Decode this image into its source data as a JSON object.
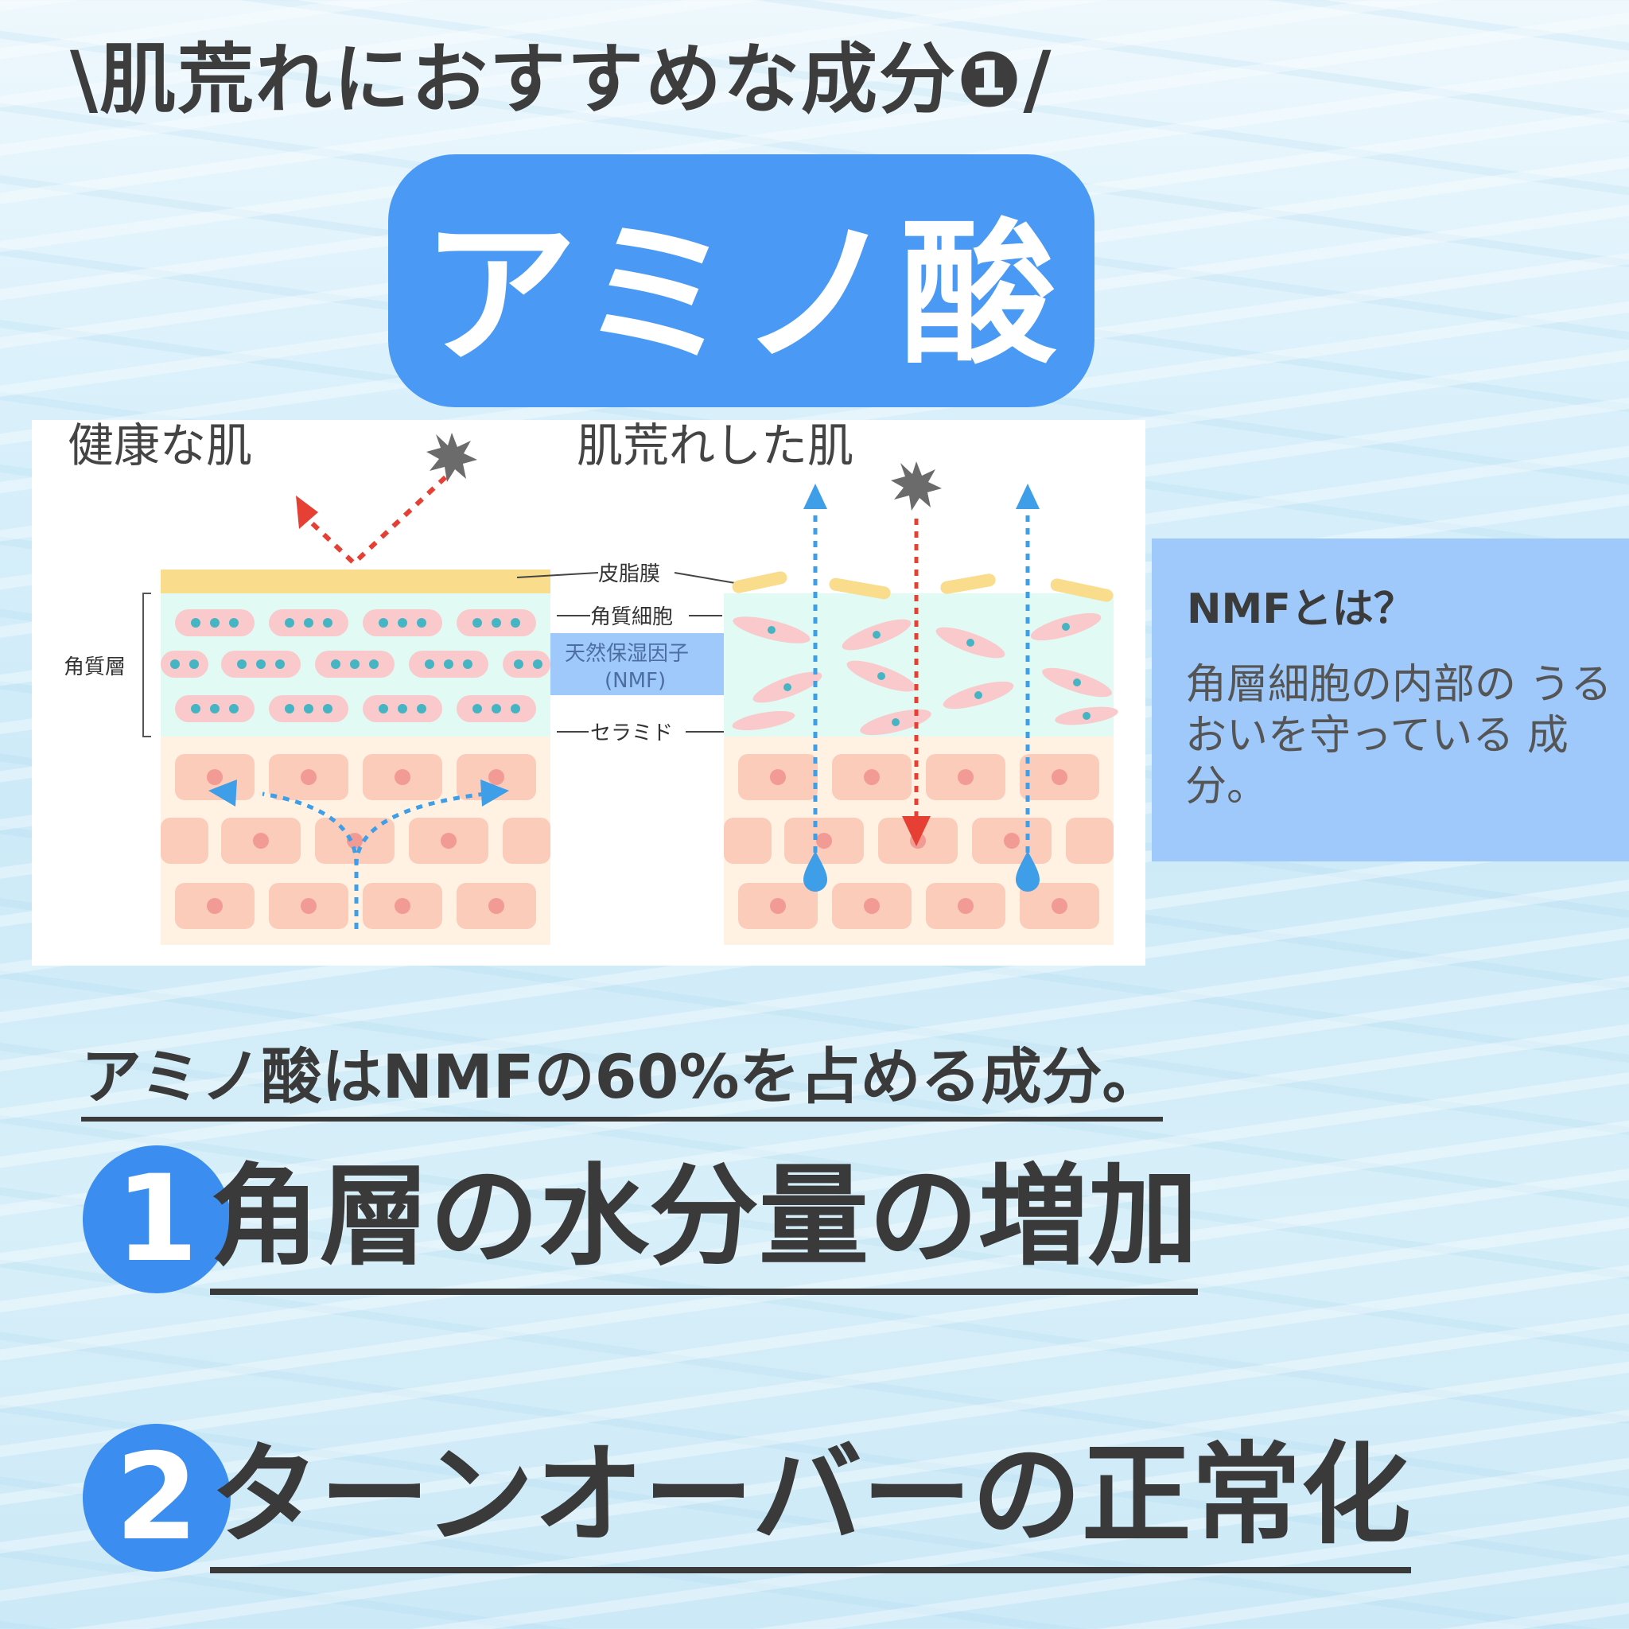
{
  "header": {
    "title": "\\肌荒れにおすすめな成分❶/"
  },
  "ingredient": {
    "name": "アミノ酸"
  },
  "diagram": {
    "healthy_label": "健康な肌",
    "rough_label": "肌荒れした肌",
    "layer_labels": {
      "sebum": "皮脂膜",
      "corneocyte": "角質細胞",
      "nmf_line1": "天然保湿因子",
      "nmf_line2": "(NMF)",
      "ceramide": "セラミド",
      "stratum": "角質層"
    },
    "colors": {
      "sebum": "#f9dc8c",
      "corneum_bg": "#e1fbf4",
      "cell": "#f9c9cc",
      "cell_nucleus": "#45b5c4",
      "lower_bg": "#fff2e3",
      "lower_cell": "#fcccbb",
      "arrow_red": "#e64034",
      "arrow_blue": "#3e9ee8",
      "nmf_highlight": "#9ec9fa"
    }
  },
  "nmf_box": {
    "title": "NMFとは？",
    "body": "角層細胞の内部の うるおいを守っている 成分。"
  },
  "statement": "アミノ酸はNMFの60%を占める成分。",
  "benefits": [
    {
      "number": "1",
      "text": "角層の水分量の増加"
    },
    {
      "number": "2",
      "text": "ターンオーバーの正常化"
    }
  ]
}
